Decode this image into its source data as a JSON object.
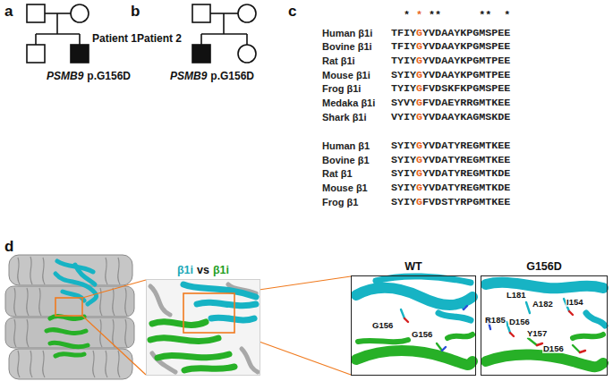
{
  "diagram": {
    "nodes": [
      {
        "text": [
          "β1i",
          "vs",
          "β1i"
        ]
      },
      {
        "text": [
          "WT",
          "G156",
          "G156"
        ]
      },
      {
        "text": [
          "G156D",
          "L181",
          "A182",
          "I154",
          "R185",
          "D156",
          "Y157",
          "D156"
        ]
      }
    ],
    "labels": [
      "a",
      "b",
      "c",
      "d",
      "Patient 1",
      "PSMB9",
      "p.G156D",
      "Patient 2",
      "PSMB9",
      "p.G156D",
      "*",
      "*",
      "**",
      "**",
      "*",
      "Human β1i",
      "TFIY",
      "G",
      "YVDAAYKPGMSPEE",
      "Bovine β1i",
      "TFIY",
      "G",
      "YVDAAYKPGMSPEE",
      "Rat β1i",
      "TYIY",
      "G",
      "YVDAAYKPGMTPEE",
      "Mouse β1i",
      "SYIY",
      "G",
      "YVDAAYKPGMTPEE",
      "Frog β1i",
      "TYIY",
      "G",
      "FVDSKFKPGMSPEE",
      "Medaka β1i",
      "SYVY",
      "G",
      "FVDAEYRRGMTKEE",
      "Shark β1i",
      "VYIY",
      "G",
      "YVDAAYKAGMSKDE",
      "Human β1",
      "SYIY",
      "G",
      "YVDATYREGMTKEE",
      "Bovine β1",
      "SYIY",
      "G",
      "YVDATYREGMTKEE",
      "Rat β1",
      "SYIY",
      "G",
      "YVDATYREGMTKDE",
      "Mouse β1",
      "SYIY",
      "G",
      "YVDATYREGMTKDE",
      "Frog β1",
      "SYIY",
      "G",
      "FVDSTYRPGMTKEE"
    ]
  }
}
